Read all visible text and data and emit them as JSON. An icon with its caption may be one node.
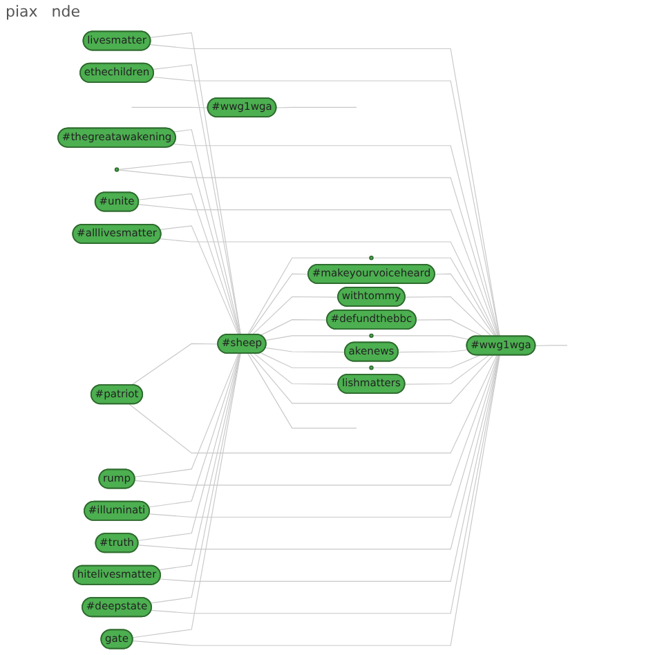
{
  "diagram": {
    "nodes": [
      {
        "text": [
          "livesmatter"
        ]
      },
      {
        "text": [
          "ethechildren"
        ]
      },
      {
        "text": [
          "#thegreatawakening"
        ]
      },
      {
        "text": [],
        "shape": "circle"
      },
      {
        "text": [
          "#unite"
        ]
      },
      {
        "text": [
          "#alllivesmatter"
        ]
      },
      {
        "text": [
          "#patriot"
        ]
      },
      {
        "text": [
          "rump"
        ]
      },
      {
        "text": [
          "#illuminati"
        ]
      },
      {
        "text": [
          "#sheep"
        ]
      },
      {
        "text": [
          "#truth"
        ]
      },
      {
        "text": [
          "hitelivesmatter"
        ]
      },
      {
        "text": [
          "#deepstate"
        ]
      },
      {
        "text": [
          "gate"
        ]
      },
      {
        "text": [],
        "shape": "circle"
      },
      {
        "text": [
          "#makeyourvoiceheard"
        ]
      },
      {
        "text": [
          "withtommy"
        ]
      },
      {
        "text": [
          "#defundthebbc"
        ]
      },
      {
        "text": [],
        "shape": "circle"
      },
      {
        "text": [
          "akenews"
        ]
      },
      {
        "text": [],
        "shape": "circle"
      },
      {
        "text": [
          "lishmatters"
        ]
      },
      {
        "text": [
          "#wwg1wga"
        ]
      },
      {
        "text": [
          "#wwg1wga"
        ]
      }
    ],
    "edges": [
      {
        "from": 0,
        "to": 9,
        "arrow": "none"
      },
      {
        "from": 0,
        "to": 22,
        "arrow": "none"
      },
      {
        "from": 1,
        "to": 9,
        "arrow": "none"
      },
      {
        "from": 1,
        "to": 22,
        "arrow": "none"
      },
      {
        "from": 2,
        "to": 9,
        "arrow": "none"
      },
      {
        "from": 2,
        "to": 22,
        "arrow": "none"
      },
      {
        "from": 3,
        "to": 9,
        "arrow": "none"
      },
      {
        "from": 3,
        "to": 22,
        "arrow": "none"
      },
      {
        "from": 4,
        "to": 9,
        "arrow": "none"
      },
      {
        "from": 4,
        "to": 22,
        "arrow": "none"
      },
      {
        "from": 5,
        "to": 9,
        "arrow": "none"
      },
      {
        "from": 5,
        "to": 22,
        "arrow": "none"
      },
      {
        "from": 6,
        "to": 9,
        "arrow": "none"
      },
      {
        "from": 6,
        "to": 22,
        "arrow": "none"
      },
      {
        "from": 7,
        "to": 9,
        "arrow": "none"
      },
      {
        "from": 7,
        "to": 22,
        "arrow": "none"
      },
      {
        "from": 8,
        "to": 9,
        "arrow": "none"
      },
      {
        "from": 8,
        "to": 22,
        "arrow": "none"
      },
      {
        "from": 10,
        "to": 9,
        "arrow": "none"
      },
      {
        "from": 10,
        "to": 22,
        "arrow": "none"
      },
      {
        "from": 11,
        "to": 9,
        "arrow": "none"
      },
      {
        "from": 11,
        "to": 22,
        "arrow": "none"
      },
      {
        "from": 12,
        "to": 9,
        "arrow": "none"
      },
      {
        "from": 12,
        "to": 22,
        "arrow": "none"
      },
      {
        "from": 13,
        "to": 9,
        "arrow": "none"
      },
      {
        "from": 13,
        "to": 22,
        "arrow": "none"
      },
      {
        "from": 9,
        "to": 14,
        "arrow": "none"
      },
      {
        "from": 14,
        "to": 22,
        "arrow": "none"
      },
      {
        "from": 9,
        "to": 15,
        "arrow": "none"
      },
      {
        "from": 15,
        "to": 22,
        "arrow": "none"
      },
      {
        "from": 9,
        "to": 16,
        "arrow": "none"
      },
      {
        "from": 16,
        "to": 22,
        "arrow": "none"
      },
      {
        "from": 9,
        "to": 17,
        "arrow": "none"
      },
      {
        "from": 17,
        "to": 22,
        "arrow": "none"
      },
      {
        "from": 9,
        "to": 18,
        "arrow": "none"
      },
      {
        "from": 18,
        "to": 22,
        "arrow": "none"
      },
      {
        "from": 9,
        "to": 19,
        "arrow": "none"
      },
      {
        "from": 19,
        "to": 22,
        "arrow": "none"
      },
      {
        "from": 9,
        "to": 20,
        "arrow": "none"
      },
      {
        "from": 20,
        "to": 22,
        "arrow": "none"
      },
      {
        "from": 9,
        "to": 21,
        "arrow": "none"
      },
      {
        "from": 21,
        "to": 22,
        "arrow": "none"
      },
      {
        "from": 9,
        "to": 22,
        "arrow": "none"
      },
      {
        "from": 9,
        "to": null,
        "arrow": "none"
      },
      {
        "from": 22,
        "to": null,
        "arrow": "none"
      },
      {
        "from": null,
        "to": 23,
        "arrow": "none"
      },
      {
        "from": 23,
        "to": null,
        "arrow": "none"
      }
    ],
    "labels": [
      "piax",
      "nde"
    ]
  }
}
